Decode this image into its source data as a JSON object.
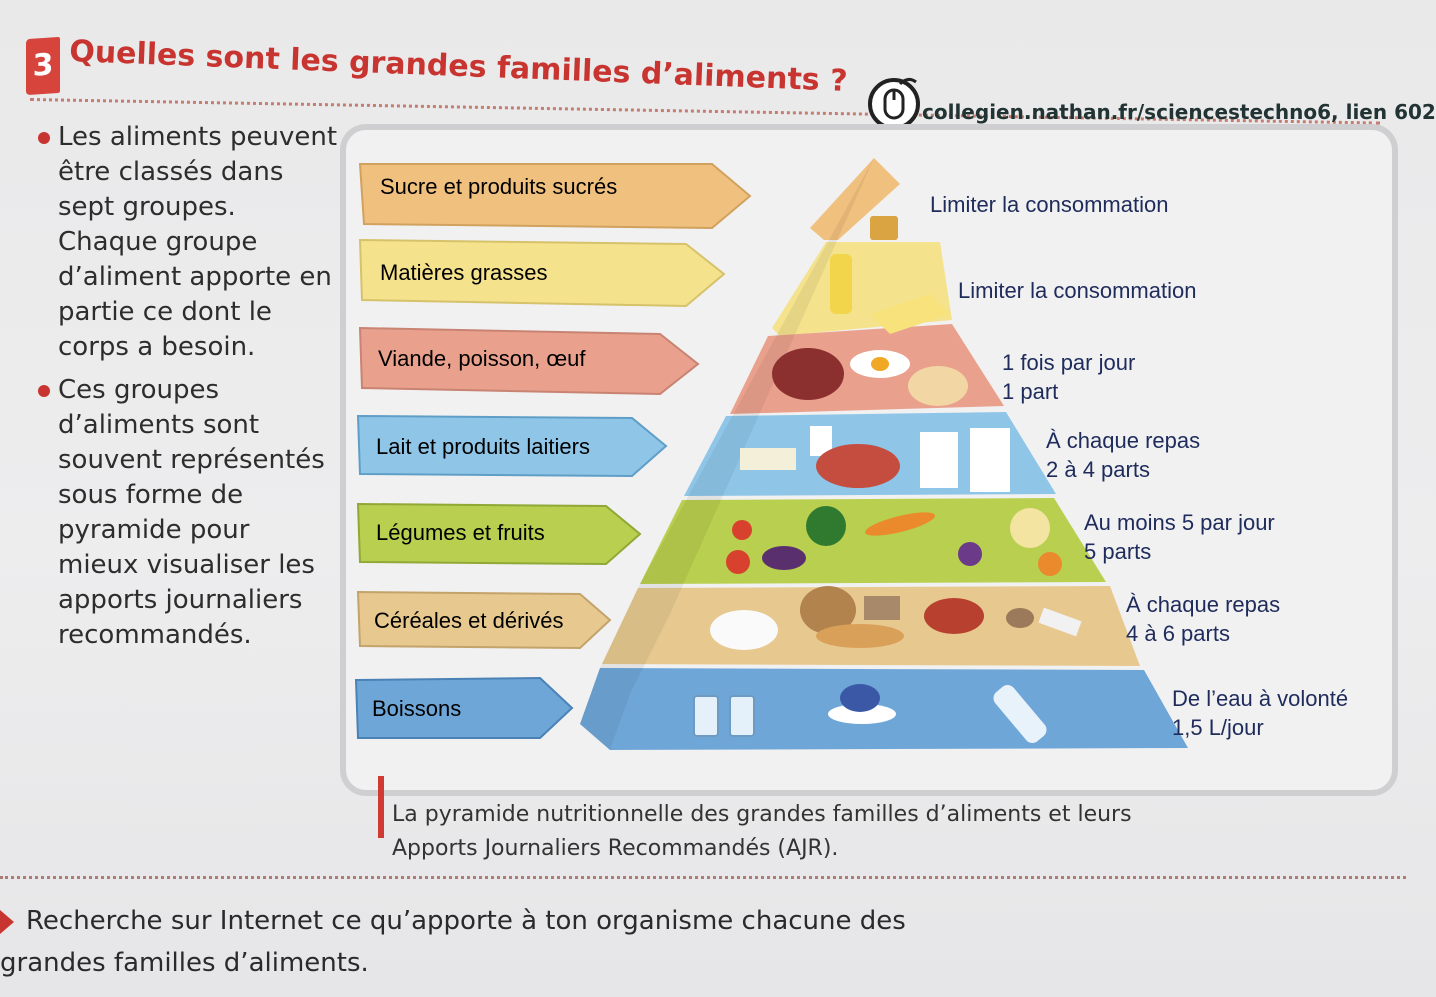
{
  "header": {
    "number": "3",
    "title": "Quelles sont les grandes familles d’aliments ?",
    "link": "collegien.nathan.fr/sciencestechno6, lien 602"
  },
  "intro": {
    "p1": "Les aliments peuvent être classés dans sept groupes. Chaque groupe d’aliment apporte en partie ce dont le corps a besoin.",
    "p2": "Ces groupes d’aliments sont souvent représentés sous forme de pyramide pour mieux visualiser les apports journaliers recommandés."
  },
  "pyramid": {
    "levels": [
      {
        "label": "Sucre et produits sucrés",
        "rec1": "Limiter la consommation",
        "rec2": "",
        "color": "#f0c07e"
      },
      {
        "label": "Matières grasses",
        "rec1": "Limiter la consommation",
        "rec2": "",
        "color": "#f4e28c"
      },
      {
        "label": "Viande, poisson, œuf",
        "rec1": "1 fois par jour",
        "rec2": "1 part",
        "color": "#e9a18d"
      },
      {
        "label": "Lait et produits laitiers",
        "rec1": "À chaque repas",
        "rec2": "2 à 4 parts",
        "color": "#8fc6e8"
      },
      {
        "label": "Légumes et fruits",
        "rec1": "Au moins 5 par jour",
        "rec2": "5 parts",
        "color": "#b9cf4f"
      },
      {
        "label": "Céréales et dérivés",
        "rec1": "À chaque repas",
        "rec2": "4 à 6 parts",
        "color": "#e7c98f"
      },
      {
        "label": "Boissons",
        "rec1": "De l’eau à volonté",
        "rec2": "1,5 L/jour",
        "color": "#6fa6d8"
      }
    ]
  },
  "caption": "La pyramide nutritionnelle des grandes familles d’aliments et leurs Apports Journaliers Recommandés (AJR).",
  "instruction": "Recherche sur Internet ce qu’apporte à ton organisme chacune des grandes familles d’aliments."
}
